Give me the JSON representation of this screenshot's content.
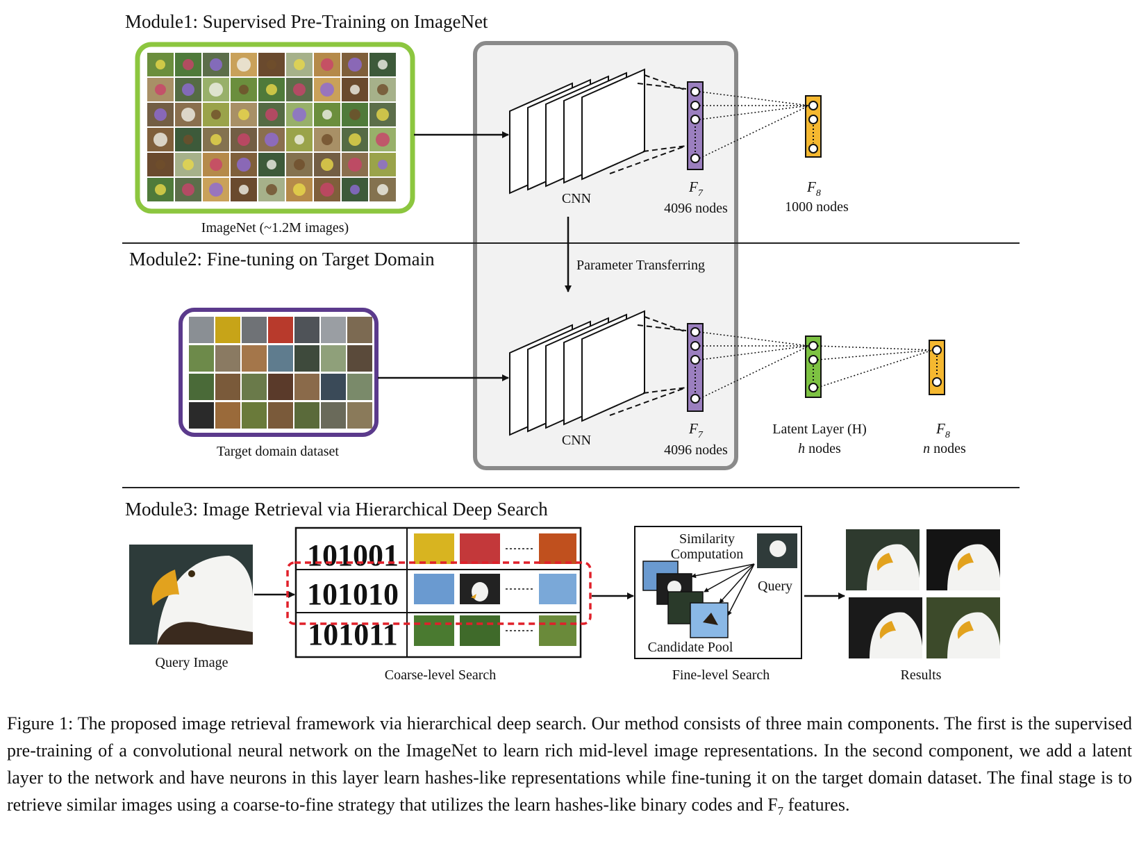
{
  "modules": {
    "m1": {
      "title": "Module1: Supervised Pre-Training on ImageNet",
      "dataset_label": "ImageNet (~1.2M images)",
      "cnn_label": "CNN",
      "f7_symbol": "F",
      "f7_sub": "7",
      "f7_nodes": "4096 nodes",
      "f8_symbol": "F",
      "f8_sub": "8",
      "f8_nodes": "1000 nodes"
    },
    "transfer_label": "Parameter Transferring",
    "m2": {
      "title": "Module2: Fine-tuning on Target Domain",
      "dataset_label": "Target domain dataset",
      "cnn_label": "CNN",
      "f7_symbol": "F",
      "f7_sub": "7",
      "f7_nodes": "4096 nodes",
      "latent_label": "Latent Layer (H)",
      "latent_nodes_var": "h",
      "latent_nodes_text": " nodes",
      "f8_symbol": "F",
      "f8_sub": "8",
      "f8_nodes_var": "n",
      "f8_nodes_text": " nodes"
    },
    "m3": {
      "title": "Module3: Image Retrieval via Hierarchical Deep Search",
      "query_label": "Query Image",
      "codes": [
        "101001",
        "101010",
        "101011"
      ],
      "coarse_label": "Coarse-level Search",
      "similarity_label_1": "Similarity",
      "similarity_label_2": "Computation",
      "query_small": "Query",
      "candidate_pool": "Candidate Pool",
      "fine_label": "Fine-level Search",
      "results_label": "Results"
    }
  },
  "caption": {
    "prefix": "Figure 1: The proposed image retrieval framework via hierarchical deep search. Our method consists of three main components. The first is the supervised pre-training of a convolutional neural network on the ImageNet to learn rich mid-level image representations. In the second component, we add a latent layer to the network and have neurons in this layer learn hashes-like representations while fine-tuning it on the target domain dataset. The final stage is to retrieve similar images using a coarse-to-fine strategy that utilizes the learn hashes-like binary codes and F",
    "sub": "7",
    "suffix": " features."
  },
  "colors": {
    "imagenet_border": "#8cc63f",
    "target_border": "#5b3a8c",
    "f7_fill": "#9b7fbf",
    "f8_fill": "#f5b830",
    "latent_fill": "#7dc242",
    "panel_fill": "#f2f2f2",
    "panel_border": "#8a8a8a",
    "dashed_red": "#e0202a"
  }
}
